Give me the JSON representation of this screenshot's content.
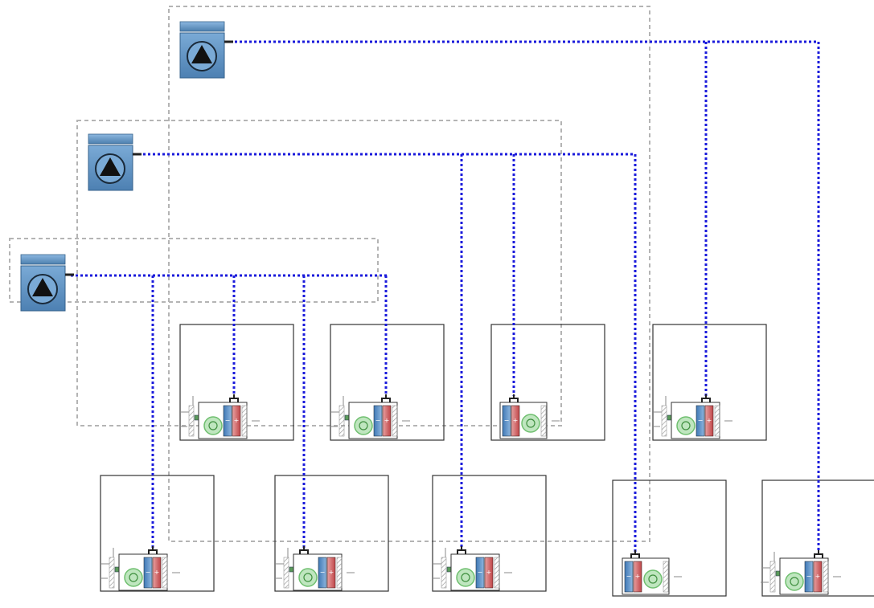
{
  "colors": {
    "loop_boundary": "#b4b4b4",
    "water_pipe": "#1a1adb",
    "plant_blue": "#5e93c5",
    "plant_dark": "#3a6d99",
    "cooling_coil": "#4f86c0",
    "heating_coil": "#c9575a",
    "fan_green": "#6fbf6f",
    "filter_hatch": "#9a9a9a",
    "damper_green": "#5a9a5a"
  },
  "plants": [
    {
      "id": "plant-1",
      "name": "",
      "icon": "pump-triangle-icon"
    },
    {
      "id": "plant-2",
      "name": "",
      "icon": "pump-triangle-icon"
    },
    {
      "id": "plant-3",
      "name": "",
      "icon": "pump-triangle-icon"
    }
  ],
  "loops": [
    {
      "id": "loop-1",
      "plant": "plant-1"
    },
    {
      "id": "loop-2",
      "plant": "plant-2"
    },
    {
      "id": "loop-3",
      "plant": "plant-3"
    }
  ],
  "air_systems": [
    {
      "id": "ahu-1",
      "name": "",
      "loop": "loop-3",
      "variant": "full"
    },
    {
      "id": "ahu-2",
      "name": "",
      "loop": "loop-3",
      "variant": "full"
    },
    {
      "id": "ahu-3",
      "name": "",
      "loop": "loop-2",
      "variant": "compact"
    },
    {
      "id": "ahu-4",
      "name": "",
      "loop": "loop-1",
      "variant": "full"
    },
    {
      "id": "ahu-5",
      "name": "",
      "loop": "loop-3",
      "variant": "full"
    },
    {
      "id": "ahu-6",
      "name": "",
      "loop": "loop-3",
      "variant": "full"
    },
    {
      "id": "ahu-7",
      "name": "",
      "loop": "loop-2",
      "variant": "full"
    },
    {
      "id": "ahu-8",
      "name": "",
      "loop": "loop-2",
      "variant": "compact"
    },
    {
      "id": "ahu-9",
      "name": "",
      "loop": "loop-1",
      "variant": "full"
    }
  ]
}
